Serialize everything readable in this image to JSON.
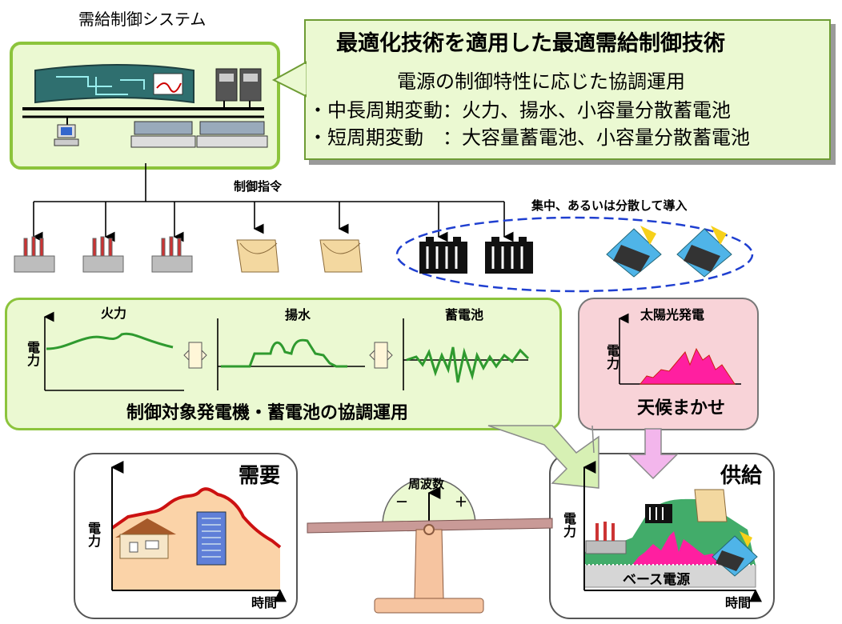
{
  "system": {
    "label": "需給制御システム"
  },
  "callout": {
    "title": "最適化技術を適用した最適需給制御技術",
    "subtitle": "電源の制御特性に応じた協調運用",
    "line1": "・中長周期変動：火力、揚水、小容量分散蓄電池",
    "line2": "・短周期変動　：大容量蓄電池、小容量分散蓄電池"
  },
  "command": {
    "label": "制御指令"
  },
  "distributed": {
    "label": "集中、あるいは分散して導入"
  },
  "coordination": {
    "thermal": "火力",
    "pumped": "揚水",
    "battery": "蓄電池",
    "y_axis": "電力",
    "caption": "制御対象発電機・蓄電池の協調運用"
  },
  "solar": {
    "title": "太陽光発電",
    "y_axis": "電力",
    "caption": "天候まかせ"
  },
  "demand": {
    "title": "需要",
    "y_axis": "電力",
    "x_axis": "時間"
  },
  "scale": {
    "label": "周波数",
    "minus": "－",
    "plus": "＋"
  },
  "supply": {
    "title": "供給",
    "y_axis": "電力",
    "x_axis": "時間",
    "base": "ベース電源"
  },
  "colors": {
    "panel_green": "#ebf9d2",
    "panel_border": "#8cc43c",
    "panel_pink": "#f8d3d8",
    "curve_green": "#2f9a2f",
    "curve_red": "#cc1111",
    "fill_magenta": "#ff1fa0",
    "demand_fill": "#fbd3a8",
    "dashed_ellipse": "#1f3fd0"
  }
}
